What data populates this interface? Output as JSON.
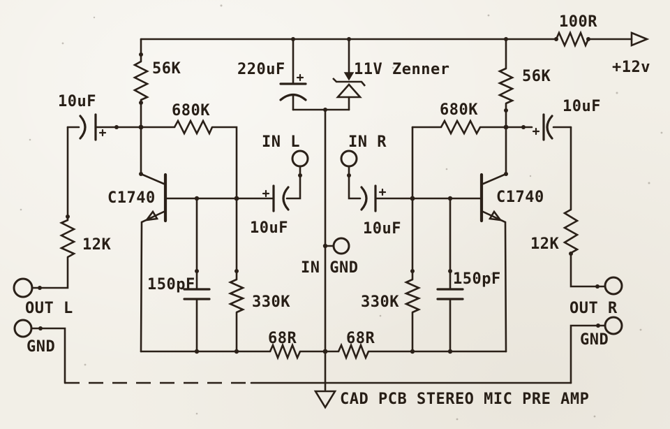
{
  "diagram": {
    "caption": "CAD PCB STEREO MIC PRE AMP",
    "power": {
      "series_resistor": "100R",
      "rail_label": "+12v",
      "filter_capacitor": "220uF",
      "zener_diode": "11V Zenner"
    },
    "input_ground_terminal": "IN GND",
    "left": {
      "collector_resistor": "56K",
      "feedback_resistor": "680K",
      "output_capacitor": "10uF",
      "input_capacitor": "10uF",
      "transistor": "C1740",
      "output_series_resistor": "12K",
      "base_capacitor": "150pF",
      "base_resistor": "330K",
      "emitter_resistor": "68R",
      "input_terminal": "IN L",
      "output_terminal": "OUT L",
      "ground_terminal": "GND"
    },
    "right": {
      "collector_resistor": "56K",
      "feedback_resistor": "680K",
      "output_capacitor": "10uF",
      "input_capacitor": "10uF",
      "transistor": "C1740",
      "output_series_resistor": "12K",
      "base_capacitor": "150pF",
      "base_resistor": "330K",
      "emitter_resistor": "68R",
      "input_terminal": "IN R",
      "output_terminal": "OUT R",
      "ground_terminal": "GND"
    }
  },
  "colors": {
    "ink": "#2a2018",
    "paper": "#f2efe7"
  }
}
